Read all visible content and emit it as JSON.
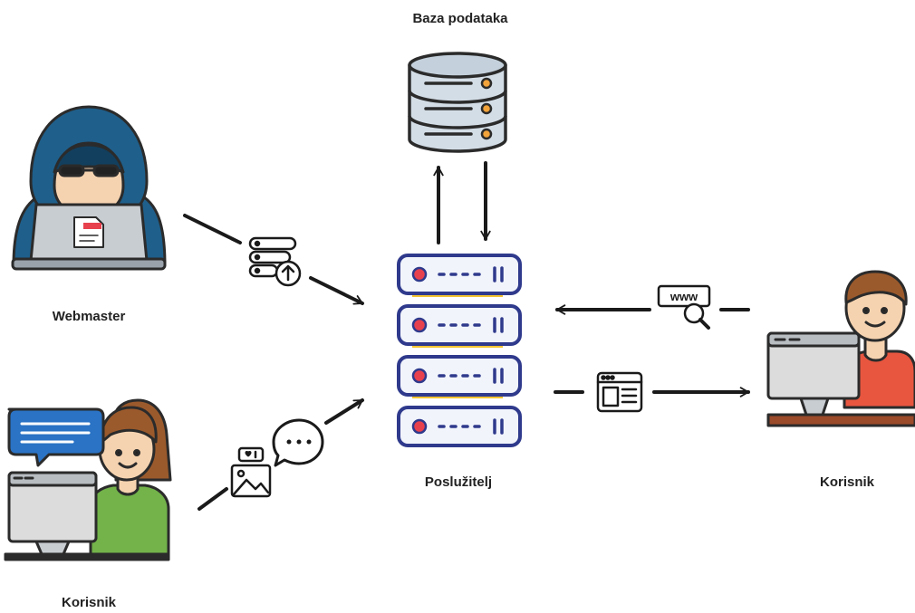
{
  "labels": {
    "database": "Baza podataka",
    "webmaster": "Webmaster",
    "server": "Poslužitelj",
    "user_right": "Korisnik",
    "user_left": "Korisnik"
  },
  "icons": {
    "database": "database-icon",
    "server": "server-rack-icon",
    "webmaster": "hooded-hacker-laptop-icon",
    "user_left": "woman-at-computer-icon",
    "user_right": "man-at-computer-icon",
    "upload": "server-upload-icon",
    "chat": "chat-bubble-icon",
    "social_post": "social-image-post-icon",
    "www_search": "www-search-icon",
    "web_page": "web-page-icon"
  },
  "colors": {
    "outline": "#2b2b2b",
    "arrow": "#1a1a1a",
    "db_body": "#d3dde6",
    "db_top": "#c4d1dc",
    "server_body": "#f1f4fb",
    "server_outline": "#2f3a8c",
    "server_gap": "#f4c430",
    "hood": "#1f5f8b",
    "laptop": "#c8cdd2",
    "skin": "#f6d3b0",
    "hair_brown": "#9b5a2c",
    "shirt_green": "#73b34a",
    "shirt_red": "#e8563f",
    "monitor": "#dcdcdc",
    "chat_blue": "#2a73c5",
    "accent_red": "#e8414e",
    "accent_orange": "#f2a33a"
  }
}
